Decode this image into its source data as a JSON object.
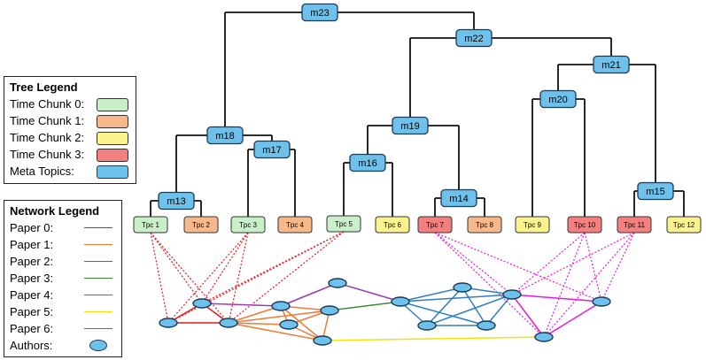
{
  "colors": {
    "chunk0": "#c9efc9",
    "chunk1": "#f8b98a",
    "chunk2": "#fbf38e",
    "chunk3": "#f47f7f",
    "meta": "#6ec1ea",
    "paper0": "#e8191b",
    "paper1": "#f07a35",
    "paper2": "#9b3bb0",
    "paper3": "#3a8a3a",
    "paper4": "#2e7fc1",
    "paper5": "#f2e20a",
    "paper6": "#e81ad8",
    "author": "#6ec1ea"
  },
  "tree_legend": {
    "title": "Tree Legend",
    "items": [
      {
        "label": "Time Chunk 0:",
        "color": "#c9efc9"
      },
      {
        "label": "Time Chunk 1:",
        "color": "#f8b98a"
      },
      {
        "label": "Time Chunk 2:",
        "color": "#fbf38e"
      },
      {
        "label": "Time Chunk 3:",
        "color": "#f47f7f"
      },
      {
        "label": "Meta Topics:",
        "color": "#6ec1ea"
      }
    ]
  },
  "network_legend": {
    "title": "Network Legend",
    "items": [
      {
        "label": "Paper 0:",
        "color": "#e8191b"
      },
      {
        "label": "Paper 1:",
        "color": "#f07a35"
      },
      {
        "label": "Paper 2:",
        "color": "#9b3bb0"
      },
      {
        "label": "Paper 3:",
        "color": "#3a8a3a"
      },
      {
        "label": "Paper 4:",
        "color": "#2e7fc1"
      },
      {
        "label": "Paper 5:",
        "color": "#f2e20a"
      },
      {
        "label": "Paper 6:",
        "color": "#e81ad8"
      }
    ],
    "authors_label": "Authors:"
  },
  "topics": [
    {
      "id": "t1",
      "label": "Tpc 1",
      "chunk": "chunk0"
    },
    {
      "id": "t2",
      "label": "Tpc 2",
      "chunk": "chunk1"
    },
    {
      "id": "t3",
      "label": "Tpc 3",
      "chunk": "chunk0"
    },
    {
      "id": "t4",
      "label": "Tpc 4",
      "chunk": "chunk1"
    },
    {
      "id": "t5",
      "label": "Tpc 5",
      "chunk": "chunk0"
    },
    {
      "id": "t6",
      "label": "Tpc 6",
      "chunk": "chunk2"
    },
    {
      "id": "t7",
      "label": "Tpc 7",
      "chunk": "chunk3"
    },
    {
      "id": "t8",
      "label": "Tpc 8",
      "chunk": "chunk1"
    },
    {
      "id": "t9",
      "label": "Tpc 9",
      "chunk": "chunk2"
    },
    {
      "id": "t10",
      "label": "Tpc 10",
      "chunk": "chunk3"
    },
    {
      "id": "t11",
      "label": "Tpc 11",
      "chunk": "chunk3"
    },
    {
      "id": "t12",
      "label": "Tpc 12",
      "chunk": "chunk2"
    }
  ],
  "meta_topics": [
    {
      "id": "m13",
      "label": "m13",
      "children": [
        "t1",
        "t2"
      ]
    },
    {
      "id": "m14",
      "label": "m14",
      "children": [
        "t7",
        "t8"
      ]
    },
    {
      "id": "m15",
      "label": "m15",
      "children": [
        "t11",
        "t12"
      ]
    },
    {
      "id": "m16",
      "label": "m16",
      "children": [
        "t5",
        "t6"
      ]
    },
    {
      "id": "m17",
      "label": "m17",
      "children": [
        "t3",
        "t4"
      ]
    },
    {
      "id": "m18",
      "label": "m18",
      "children": [
        "m13",
        "m17"
      ]
    },
    {
      "id": "m19",
      "label": "m19",
      "children": [
        "m16",
        "m14"
      ]
    },
    {
      "id": "m20",
      "label": "m20",
      "children": [
        "t9",
        "t10"
      ]
    },
    {
      "id": "m21",
      "label": "m21",
      "children": [
        "m20",
        "m15"
      ]
    },
    {
      "id": "m22",
      "label": "m22",
      "children": [
        "m19",
        "m21"
      ]
    },
    {
      "id": "m23",
      "label": "m23",
      "children": [
        "m18",
        "m22"
      ]
    }
  ],
  "authors": [
    "a1",
    "a2",
    "a3",
    "a4",
    "a5",
    "a6",
    "a7",
    "a8",
    "a9",
    "a10",
    "a11",
    "a12",
    "a13",
    "a14",
    "a15"
  ],
  "paper_edges": [
    {
      "paper": "paper0",
      "a": "a1",
      "b": "a3"
    },
    {
      "paper": "paper0",
      "a": "a1",
      "b": "a2"
    },
    {
      "paper": "paper0",
      "a": "a2",
      "b": "a3"
    },
    {
      "paper": "paper1",
      "a": "a3",
      "b": "a4"
    },
    {
      "paper": "paper1",
      "a": "a3",
      "b": "a5"
    },
    {
      "paper": "paper1",
      "a": "a3",
      "b": "a6"
    },
    {
      "paper": "paper1",
      "a": "a3",
      "b": "a7"
    },
    {
      "paper": "paper1",
      "a": "a4",
      "b": "a5"
    },
    {
      "paper": "paper1",
      "a": "a4",
      "b": "a6"
    },
    {
      "paper": "paper1",
      "a": "a4",
      "b": "a7"
    },
    {
      "paper": "paper1",
      "a": "a5",
      "b": "a6"
    },
    {
      "paper": "paper1",
      "a": "a5",
      "b": "a7"
    },
    {
      "paper": "paper1",
      "a": "a6",
      "b": "a7"
    },
    {
      "paper": "paper2",
      "a": "a2",
      "b": "a4"
    },
    {
      "paper": "paper2",
      "a": "a4",
      "b": "a8"
    },
    {
      "paper": "paper2",
      "a": "a8",
      "b": "a9"
    },
    {
      "paper": "paper3",
      "a": "a5",
      "b": "a9"
    },
    {
      "paper": "paper4",
      "a": "a9",
      "b": "a10"
    },
    {
      "paper": "paper4",
      "a": "a9",
      "b": "a11"
    },
    {
      "paper": "paper4",
      "a": "a9",
      "b": "a12"
    },
    {
      "paper": "paper4",
      "a": "a9",
      "b": "a13"
    },
    {
      "paper": "paper4",
      "a": "a10",
      "b": "a11"
    },
    {
      "paper": "paper4",
      "a": "a10",
      "b": "a12"
    },
    {
      "paper": "paper4",
      "a": "a10",
      "b": "a13"
    },
    {
      "paper": "paper4",
      "a": "a11",
      "b": "a12"
    },
    {
      "paper": "paper4",
      "a": "a11",
      "b": "a13"
    },
    {
      "paper": "paper4",
      "a": "a12",
      "b": "a13"
    },
    {
      "paper": "paper5",
      "a": "a7",
      "b": "a14"
    },
    {
      "paper": "paper6",
      "a": "a13",
      "b": "a14"
    },
    {
      "paper": "paper6",
      "a": "a13",
      "b": "a15"
    },
    {
      "paper": "paper6",
      "a": "a14",
      "b": "a15"
    }
  ],
  "topic_author_links": [
    {
      "topic": "t1",
      "author": "a1",
      "paper": "paper0"
    },
    {
      "topic": "t1",
      "author": "a2",
      "paper": "paper0"
    },
    {
      "topic": "t1",
      "author": "a3",
      "paper": "paper0"
    },
    {
      "topic": "t3",
      "author": "a1",
      "paper": "paper0"
    },
    {
      "topic": "t3",
      "author": "a2",
      "paper": "paper0"
    },
    {
      "topic": "t3",
      "author": "a3",
      "paper": "paper0"
    },
    {
      "topic": "t5",
      "author": "a1",
      "paper": "paper0"
    },
    {
      "topic": "t5",
      "author": "a2",
      "paper": "paper0"
    },
    {
      "topic": "t5",
      "author": "a3",
      "paper": "paper0"
    },
    {
      "topic": "t7",
      "author": "a13",
      "paper": "paper6"
    },
    {
      "topic": "t7",
      "author": "a14",
      "paper": "paper6"
    },
    {
      "topic": "t7",
      "author": "a15",
      "paper": "paper6"
    },
    {
      "topic": "t10",
      "author": "a13",
      "paper": "paper6"
    },
    {
      "topic": "t10",
      "author": "a14",
      "paper": "paper6"
    },
    {
      "topic": "t10",
      "author": "a15",
      "paper": "paper6"
    },
    {
      "topic": "t11",
      "author": "a13",
      "paper": "paper6"
    },
    {
      "topic": "t11",
      "author": "a14",
      "paper": "paper6"
    },
    {
      "topic": "t11",
      "author": "a15",
      "paper": "paper6"
    }
  ]
}
